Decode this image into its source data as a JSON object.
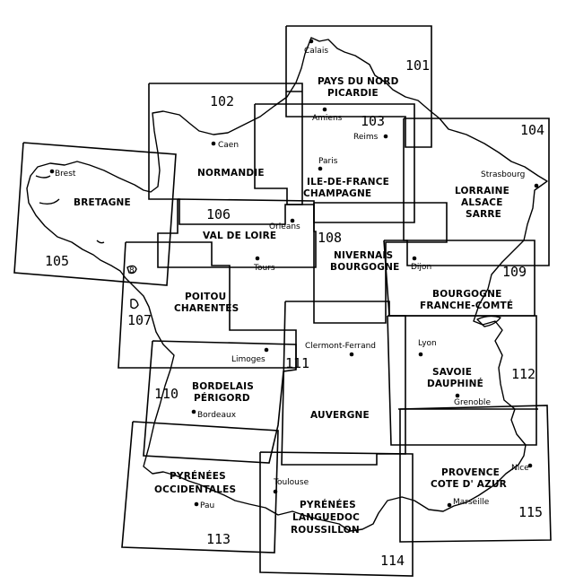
{
  "sheets": [
    "101",
    "102",
    "103",
    "104",
    "105",
    "106",
    "107",
    "108",
    "109",
    "110",
    "111",
    "112",
    "113",
    "114",
    "115"
  ],
  "regions": {
    "r101a": "PAYS DU NORD",
    "r101b": "PICARDIE",
    "r102": "NORMANDIE",
    "r103a": "ILE-DE-FRANCE",
    "r103b": "CHAMPAGNE",
    "r104a": "LORRAINE",
    "r104b": "ALSACE",
    "r104c": "SARRE",
    "r105": "BRETAGNE",
    "r106": "VAL DE LOIRE",
    "r107a": "POITOU",
    "r107b": "CHARENTES",
    "r108a": "NIVERNAIS",
    "r108b": "BOURGOGNE",
    "r109a": "BOURGOGNE",
    "r109b": "FRANCHE-COMTÉ",
    "r110a": "BORDELAIS",
    "r110b": "PÉRIGORD",
    "r111": "AUVERGNE",
    "r112a": "SAVOIE",
    "r112b": "DAUPHINÉ",
    "r113a": "PYRÉNÉES",
    "r113b": "OCCIDENTALES",
    "r114a": "PYRÉNÉES",
    "r114b": "LANGUEDOC",
    "r114c": "ROUSSILLON",
    "r115a": "PROVENCE",
    "r115b": "COTE D' AZUR"
  },
  "cities": {
    "calais": "Calais",
    "amiens": "Amiens",
    "reims": "Reims",
    "caen": "Caen",
    "paris": "Paris",
    "strasbourg": "Strasbourg",
    "brest": "Brest",
    "orleans": "Orleans",
    "tours": "Tours",
    "dijon": "Dijon",
    "clermont": "Clermont-Ferrand",
    "lyon": "Lyon",
    "limoges": "Limoges",
    "grenoble": "Grenoble",
    "bordeaux": "Bordeaux",
    "nice": "Nice",
    "toulouse": "Toulouse",
    "marseille": "Marseille",
    "pau": "Pau"
  },
  "island_label": "8"
}
